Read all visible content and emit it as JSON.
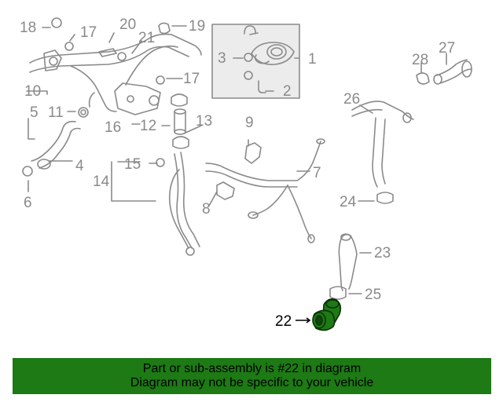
{
  "callouts": {
    "c1": "1",
    "c2": "2",
    "c3": "3",
    "c4": "4",
    "c5": "5",
    "c6": "6",
    "c7": "7",
    "c8": "8",
    "c9": "9",
    "c10": "10",
    "c11": "11",
    "c12": "12",
    "c13": "13",
    "c14": "14",
    "c15": "15",
    "c16": "16",
    "c17a": "17",
    "c17b": "17",
    "c18": "18",
    "c19": "19",
    "c20": "20",
    "c21": "21",
    "c22": "22",
    "c23": "23",
    "c24": "24",
    "c25": "25",
    "c26": "26",
    "c27": "27",
    "c28": "28"
  },
  "highlighted_part": "22",
  "colors": {
    "line": "#8a8a8a",
    "highlight_fill": "#1d7a14",
    "banner": "#1d7a14"
  },
  "footer": {
    "line1": "Part or sub-assembly is #22 in diagram",
    "line2": "Diagram may not be specific to your vehicle"
  }
}
